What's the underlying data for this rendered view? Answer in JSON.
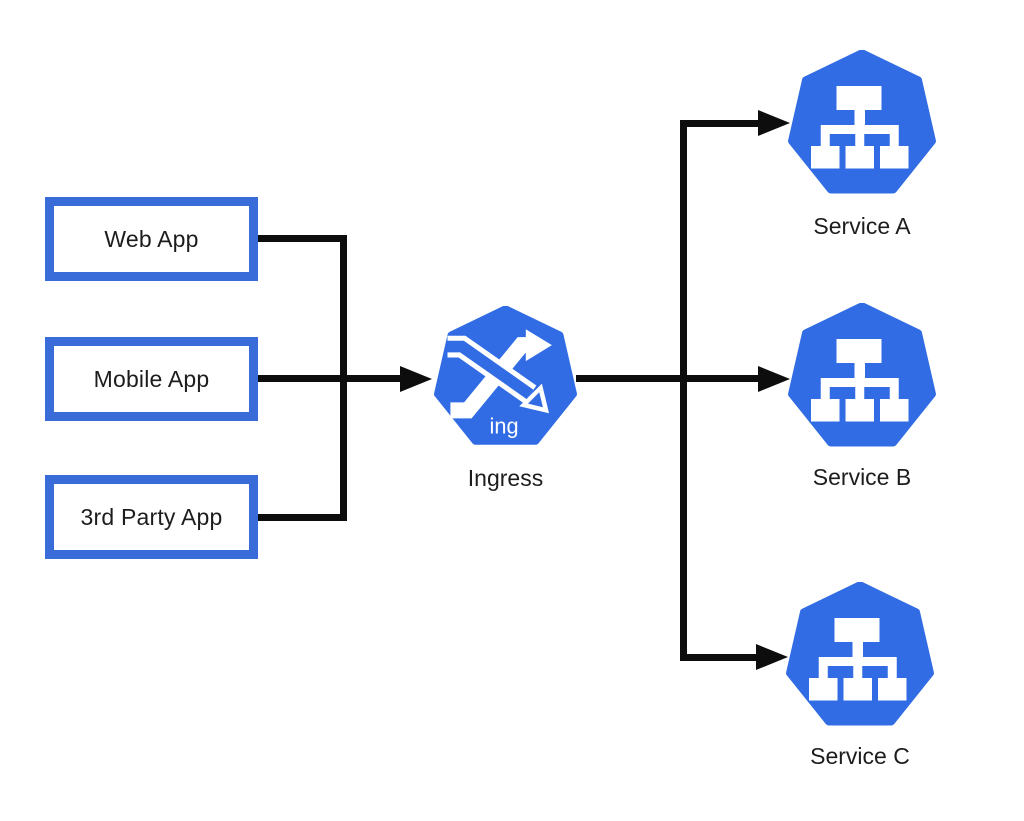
{
  "colors": {
    "background": "#ffffff",
    "node_blue": "#3a6cd9",
    "heptagon_blue": "#326ce5",
    "connector_black": "#0d0d0d",
    "text_dark": "#1d1d1d",
    "glyph_white": "#ffffff"
  },
  "sources": [
    {
      "label": "Web App"
    },
    {
      "label": "Mobile App"
    },
    {
      "label": "3rd Party App"
    }
  ],
  "ingress": {
    "label": "Ingress",
    "badge": "ing"
  },
  "services": [
    {
      "label": "Service A"
    },
    {
      "label": "Service B"
    },
    {
      "label": "Service C"
    }
  ]
}
